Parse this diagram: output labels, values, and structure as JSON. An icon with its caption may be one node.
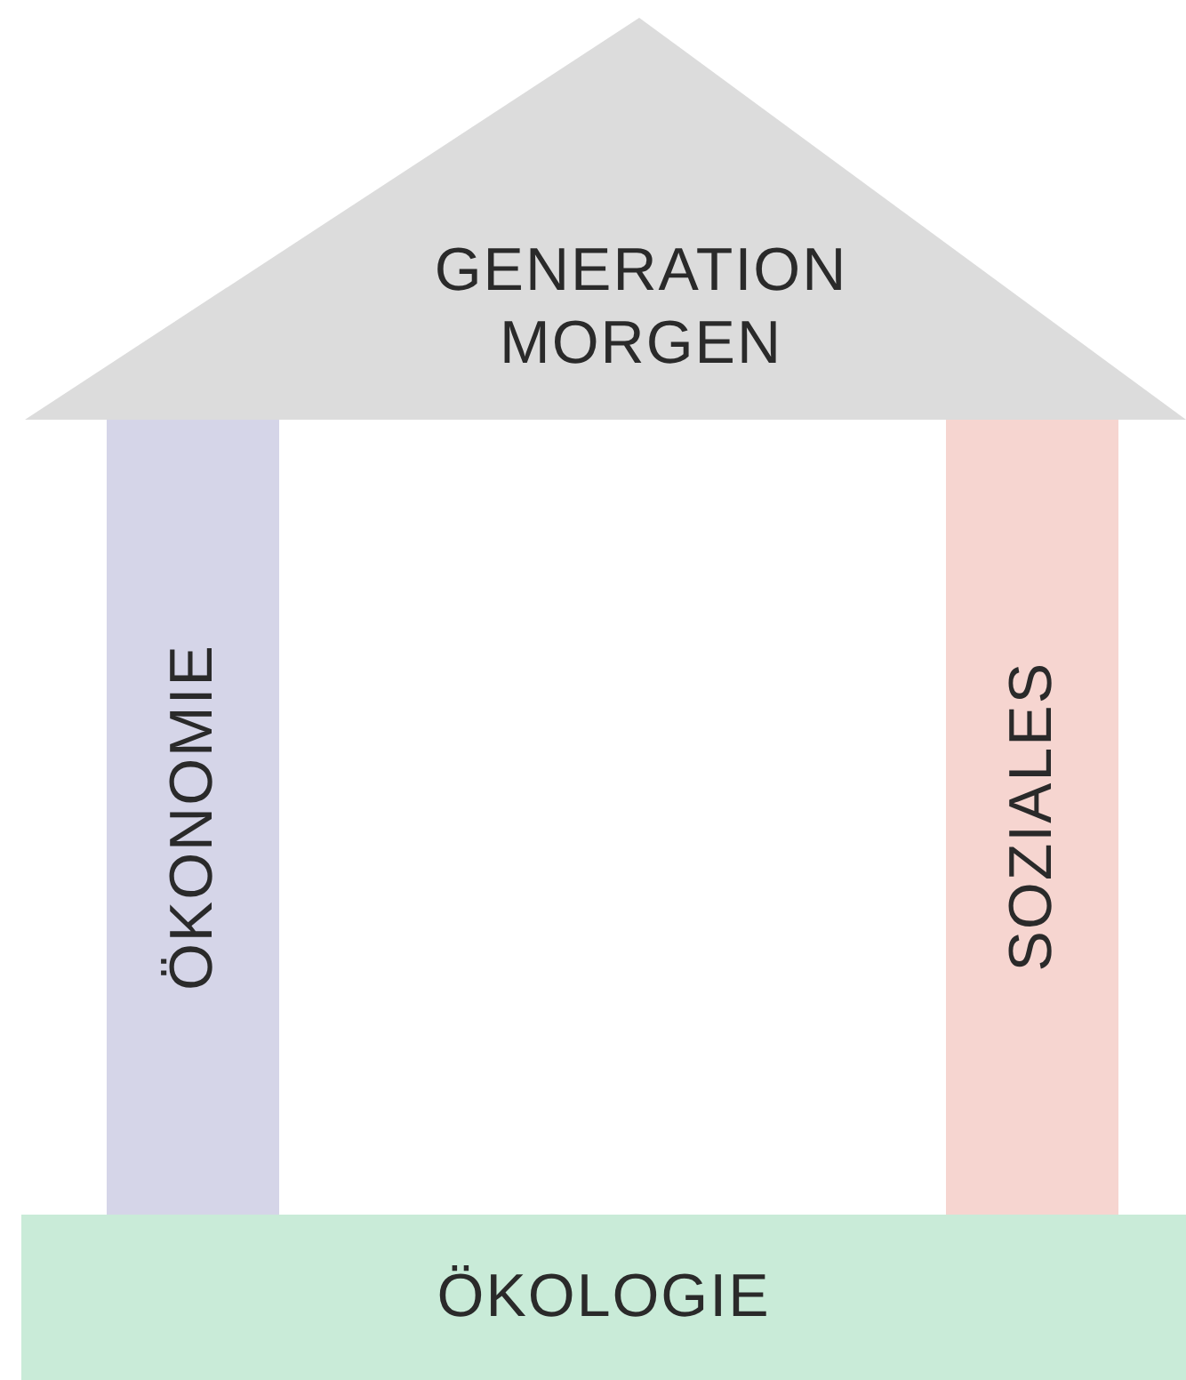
{
  "diagram": {
    "nodes": [
      {
        "text": [
          "GENERATION MORGEN"
        ]
      },
      {
        "text": [
          "ÖKONOMIE"
        ]
      },
      {
        "text": [
          "SOZIALES"
        ]
      },
      {
        "text": [
          "ÖKOLOGIE"
        ]
      }
    ]
  }
}
